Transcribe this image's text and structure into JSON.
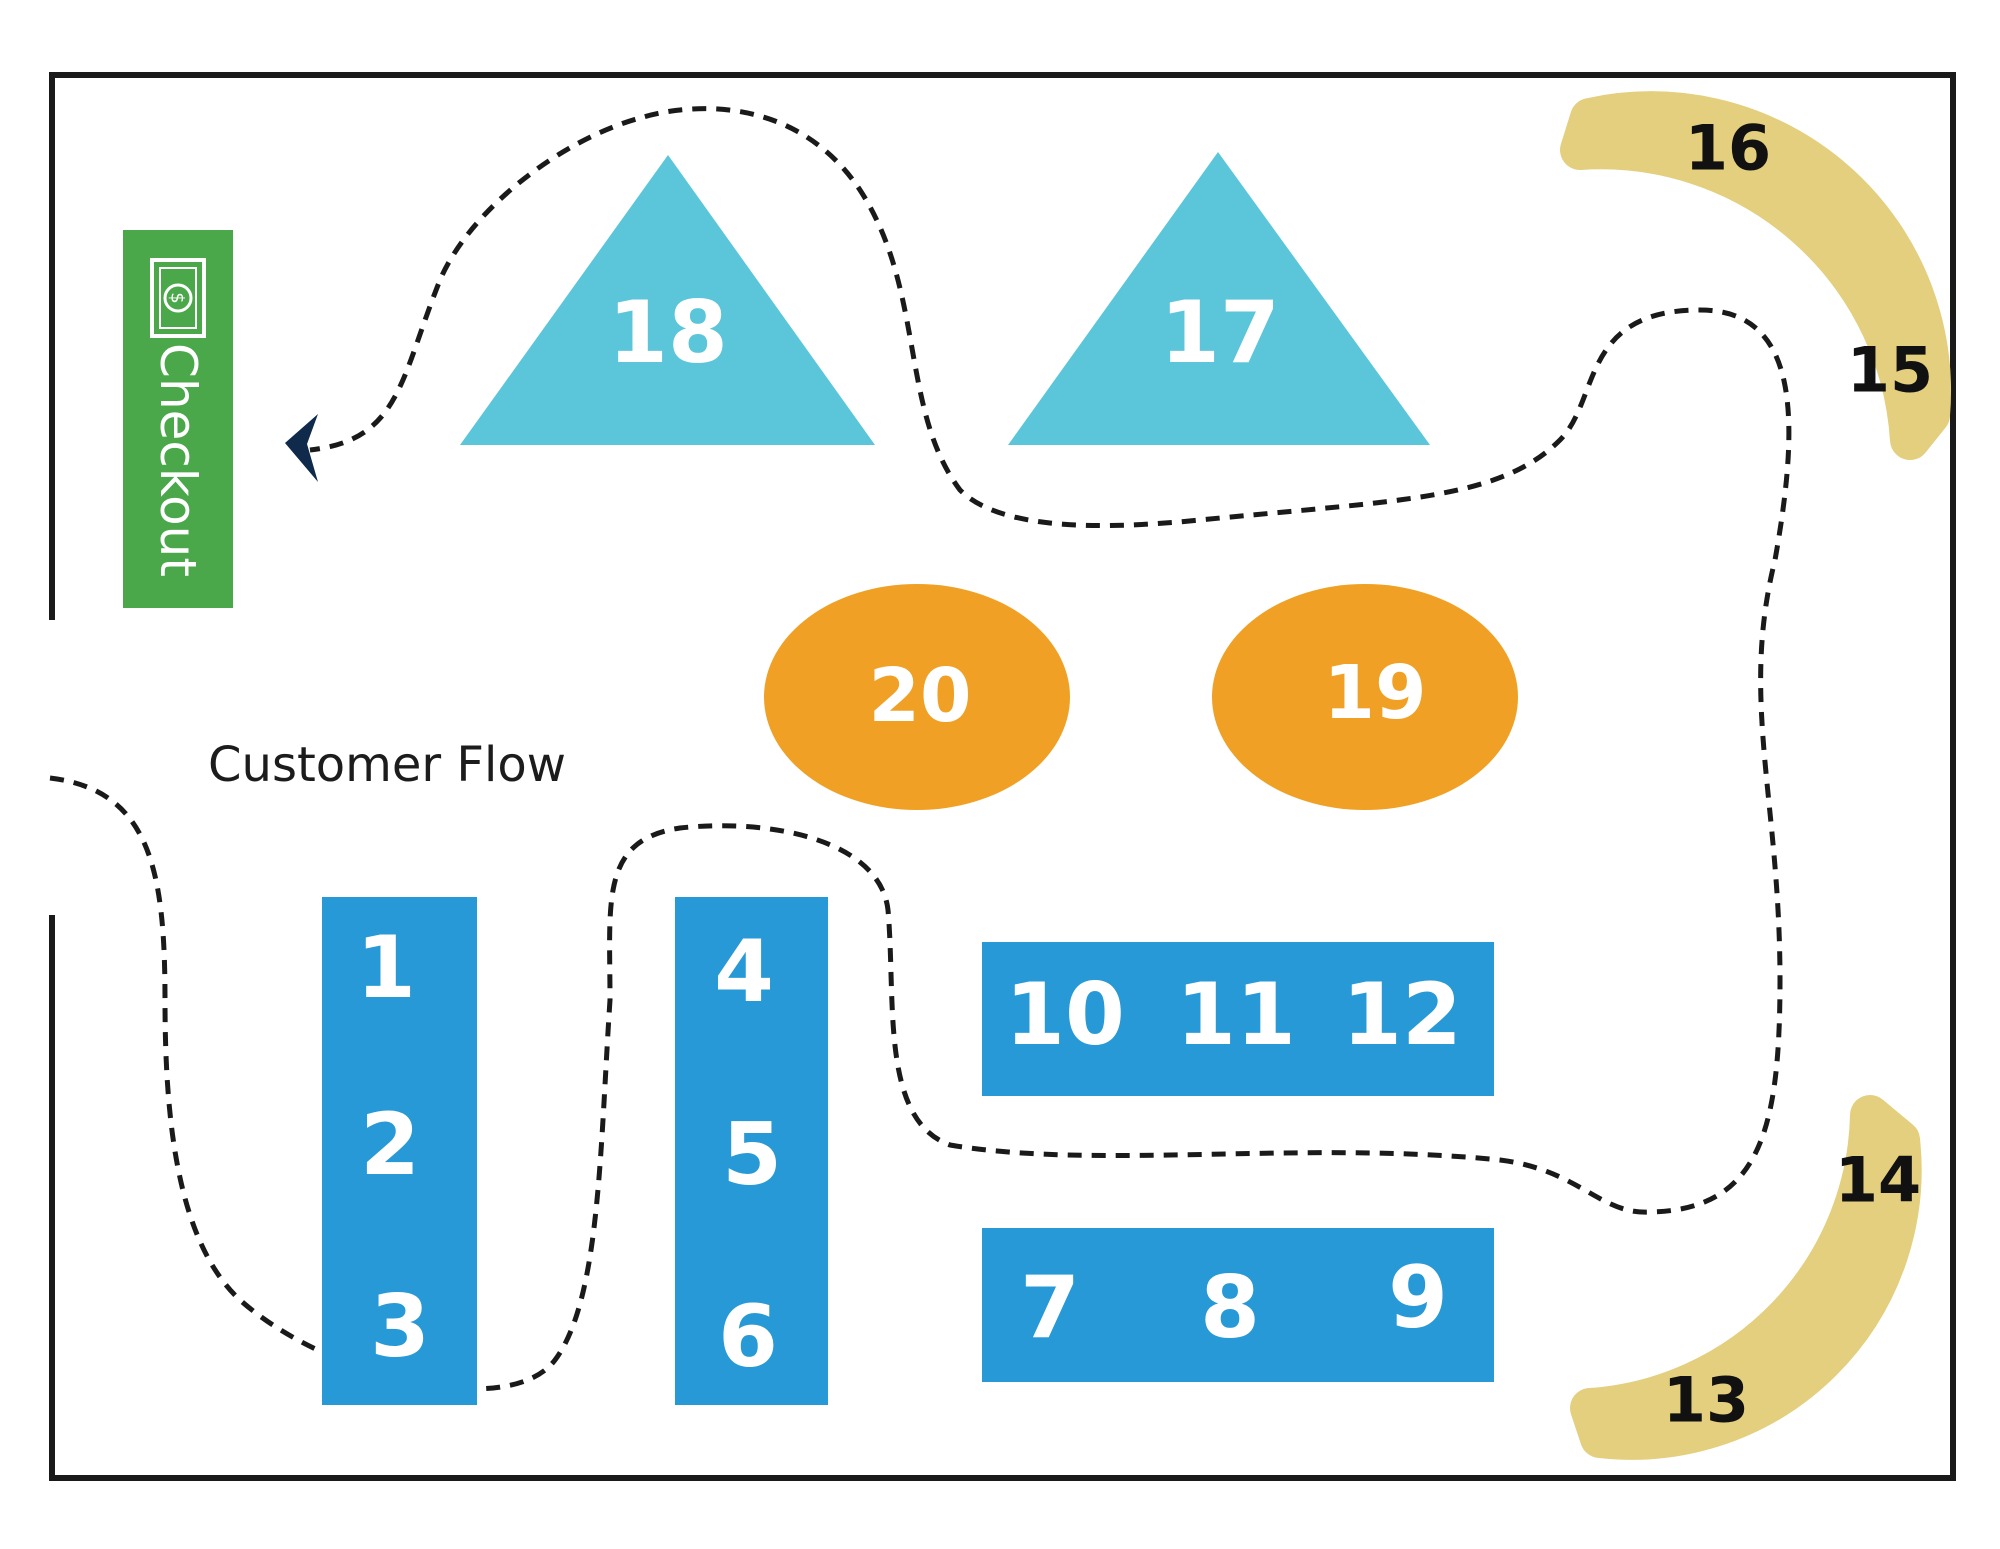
{
  "diagram": {
    "flow_label": "Customer Flow",
    "checkout_label": "Checkout",
    "colors": {
      "shelf": "#2699d6",
      "display_triangle": "#5bc5d9",
      "display_oval": "#f0a024",
      "corner_arc": "#e3cf7d",
      "checkout": "#4aa84a",
      "walls": "#1a1a1a",
      "flow_path": "#1a1a1a",
      "arrow_head": "#0f2a4a"
    },
    "icons": [
      "money-icon",
      "arrow-head-icon"
    ],
    "fixtures": {
      "shelf_a": [
        "1",
        "2",
        "3"
      ],
      "shelf_b": [
        "4",
        "5",
        "6"
      ],
      "shelf_c": [
        "10",
        "11",
        "12"
      ],
      "shelf_d": [
        "7",
        "8",
        "9"
      ],
      "triangles": [
        "18",
        "17"
      ],
      "ovals": [
        "20",
        "19"
      ],
      "arc_top": [
        "16",
        "15"
      ],
      "arc_bottom": [
        "14",
        "13"
      ]
    }
  }
}
